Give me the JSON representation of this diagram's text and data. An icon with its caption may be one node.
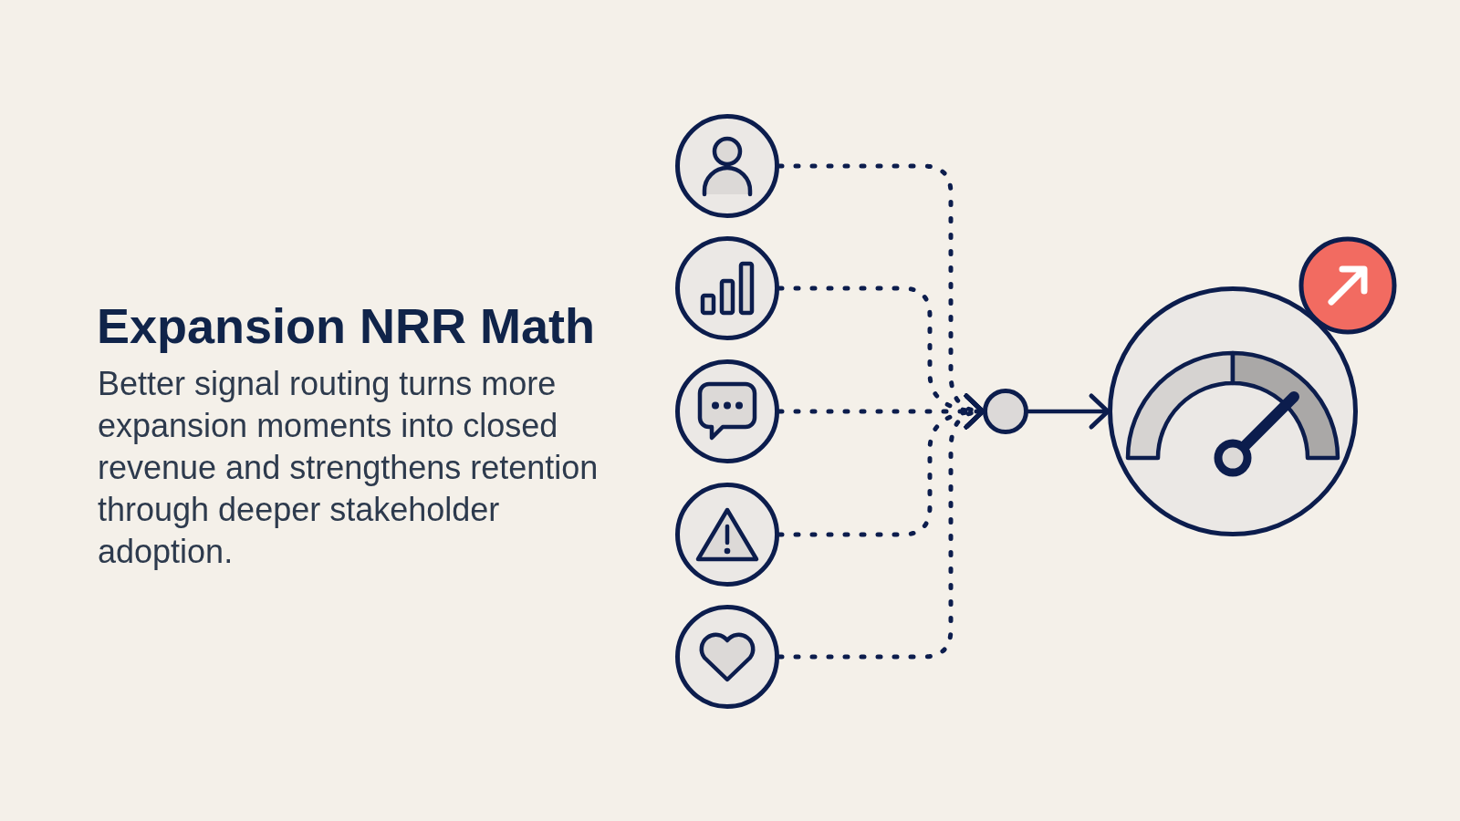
{
  "diagram": {
    "title": "Expansion NRR Math",
    "nodes": [
      {
        "text": [],
        "shape": "circle"
      },
      {
        "text": [],
        "shape": "circle"
      },
      {
        "text": [],
        "shape": "circle"
      },
      {
        "text": [],
        "shape": "circle"
      },
      {
        "text": [],
        "shape": "circle"
      },
      {
        "text": [],
        "shape": "circle"
      },
      {
        "text": [],
        "shape": "circle"
      }
    ],
    "edges": [
      {
        "from": 0,
        "to": 5,
        "arrow": "to",
        "style": "dashed"
      },
      {
        "from": 1,
        "to": 5,
        "arrow": "to",
        "style": "dashed"
      },
      {
        "from": 2,
        "to": 5,
        "arrow": "to",
        "style": "dashed"
      },
      {
        "from": 3,
        "to": 5,
        "arrow": "to",
        "style": "dashed"
      },
      {
        "from": 4,
        "to": 5,
        "arrow": "to",
        "style": "dashed"
      },
      {
        "from": 5,
        "to": 6,
        "arrow": "to"
      }
    ],
    "labels": [
      "Better signal routing turns more expansion moments into closed revenue and strengthens retention through deeper stakeholder adoption."
    ]
  }
}
